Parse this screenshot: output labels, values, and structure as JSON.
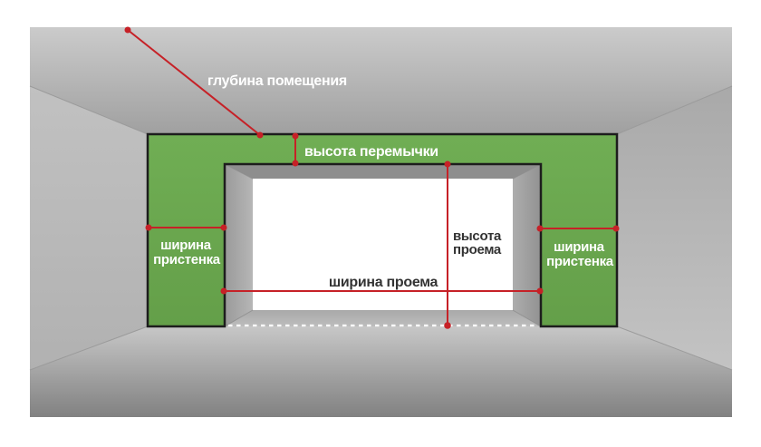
{
  "diagram": {
    "labels": {
      "room_depth": "глубина помещения",
      "lintel_height": "высота перемычки",
      "pier_width_line1": "ширина",
      "pier_width_line2": "пристенка",
      "opening_height_line1": "высота",
      "opening_height_line2": "проема",
      "opening_width": "ширина проема"
    },
    "colors": {
      "wall_green": "#6ba750",
      "measure_red": "#c62127",
      "outline_dark": "#1d1d1d",
      "label_on_wall": "#ffffff",
      "label_on_white": "#333333",
      "room_gray_light": "#c9c9c9",
      "room_gray_dark": "#828282",
      "opening_fill": "#ffffff",
      "threshold_dash": "#ffffff"
    }
  }
}
